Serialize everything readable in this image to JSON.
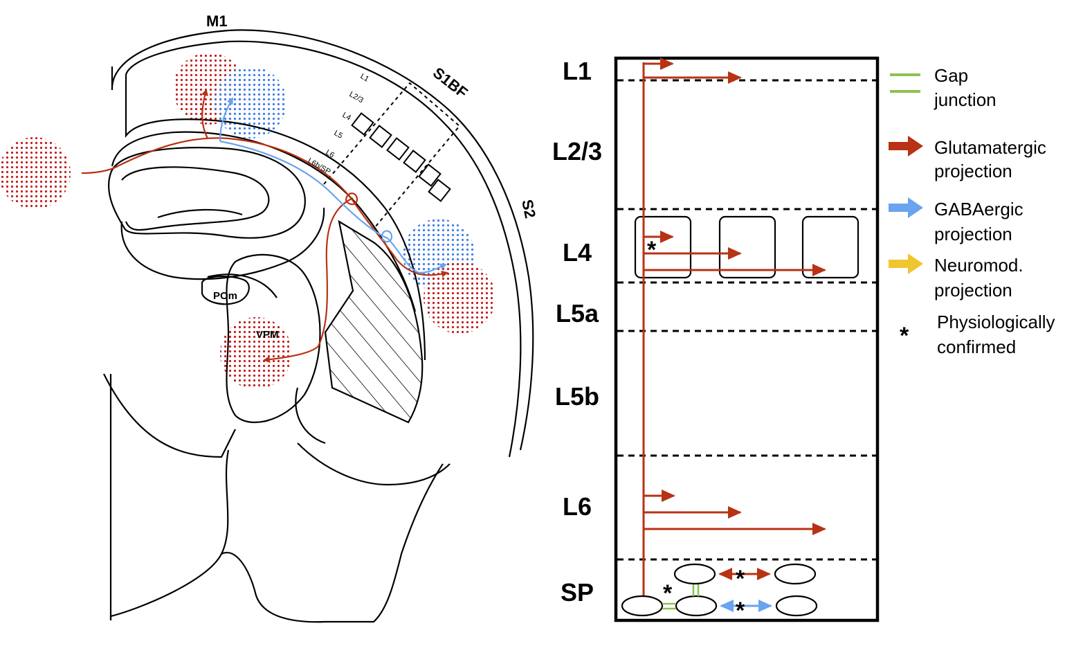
{
  "brain": {
    "regions": {
      "m1": "M1",
      "s1bf": "S1BF",
      "s2": "S2",
      "pom": "POm",
      "vpm": "VPM"
    },
    "layers": [
      "L1",
      "L2/3",
      "L4",
      "L5",
      "L6",
      "L6b/SP"
    ]
  },
  "column": {
    "layers": [
      "L1",
      "L2/3",
      "L4",
      "L5a",
      "L5b",
      "L6",
      "SP"
    ],
    "star": "*"
  },
  "legend": {
    "items": [
      {
        "lines": [
          "Gap",
          "junction"
        ],
        "color": "#8cc152",
        "marker": "gap-junction-symbol"
      },
      {
        "lines": [
          "Glutamatergic",
          "projection"
        ],
        "color": "#b83214",
        "marker": "arrow-icon"
      },
      {
        "lines": [
          "GABAergic",
          "projection"
        ],
        "color": "#6aa3ee",
        "marker": "arrow-icon"
      },
      {
        "lines": [
          "Neuromod.",
          "projection"
        ],
        "color": "#f0c530",
        "marker": "arrow-icon"
      },
      {
        "lines": [
          "Physiologically",
          "confirmed"
        ],
        "marker": "asterisk-icon",
        "symbol": "*"
      }
    ]
  },
  "colors": {
    "glutamatergic": "#b83214",
    "gabaergic": "#6aa3ee",
    "gap_junction": "#8cc152",
    "neuromod": "#f0c530"
  }
}
